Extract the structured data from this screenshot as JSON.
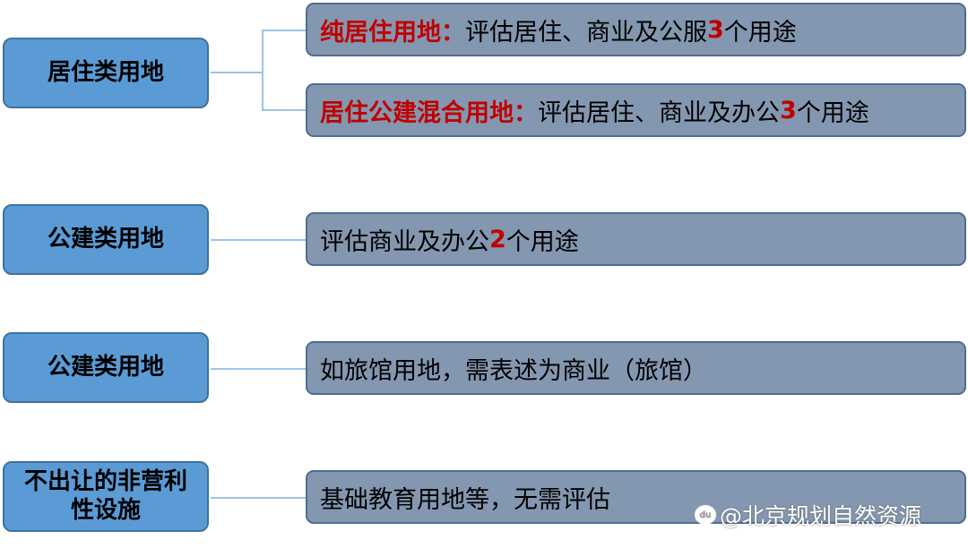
{
  "rows": [
    {
      "category": "居住类用地",
      "items": [
        {
          "red": "纯居住用地：",
          "text": "评估居住、商业及公服",
          "num": "3",
          "suffix": "个用途"
        },
        {
          "red": "居住公建混合用地：",
          "text": "评估居住、商业及办公",
          "num": "3",
          "suffix": "个用途"
        }
      ]
    },
    {
      "category": "公建类用地",
      "items": [
        {
          "red": "",
          "text": "评估商业及办公",
          "num": "2",
          "suffix": "个用途"
        }
      ]
    },
    {
      "category": "公建类用地",
      "items": [
        {
          "red": "",
          "text": "如旅馆用地，需表述为商业（旅馆）",
          "num": "",
          "suffix": ""
        }
      ]
    },
    {
      "category": "不出让的非营利性设施",
      "items": [
        {
          "red": "",
          "text": "基础教育用地等，无需评估",
          "num": "",
          "suffix": ""
        }
      ]
    }
  ],
  "watermark": {
    "icon": "baidu-paw-icon",
    "text": "@北京规划自然资源"
  },
  "colors": {
    "category_box": "#5b9bd5",
    "detail_box": "#8497b0",
    "highlight": "#c00000",
    "connector": "#9dc3e6"
  }
}
